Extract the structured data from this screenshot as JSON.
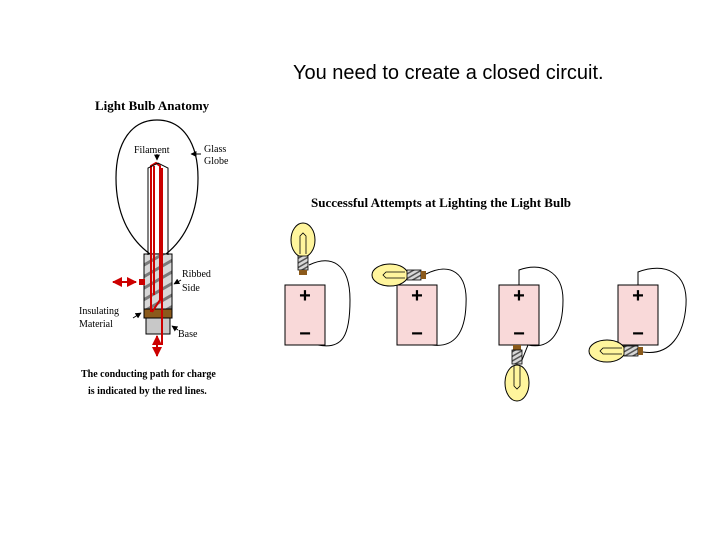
{
  "slide": {
    "title": "You need to create a closed circuit."
  },
  "anatomy": {
    "heading": "Light Bulb Anatomy",
    "labels": {
      "filament": "Filament",
      "glass_line1": "Glass",
      "glass_line2": "Globe",
      "ribbed_line1": "Ribbed",
      "ribbed_line2": "Side",
      "insulating_line1": "Insulating",
      "insulating_line2": "Material",
      "base": "Base"
    },
    "caption_line1": "The conducting path for charge",
    "caption_line2": "is indicated by the red lines."
  },
  "attempts": {
    "heading": "Successful Attempts at Lighting the Light Bulb",
    "plus": "+",
    "minus": "−"
  },
  "colors": {
    "conducting_path": "#cc0000",
    "battery_fill": "#f9d9d9",
    "bulb_fill": "#fff59d",
    "insulator": "#8b5a1b"
  }
}
